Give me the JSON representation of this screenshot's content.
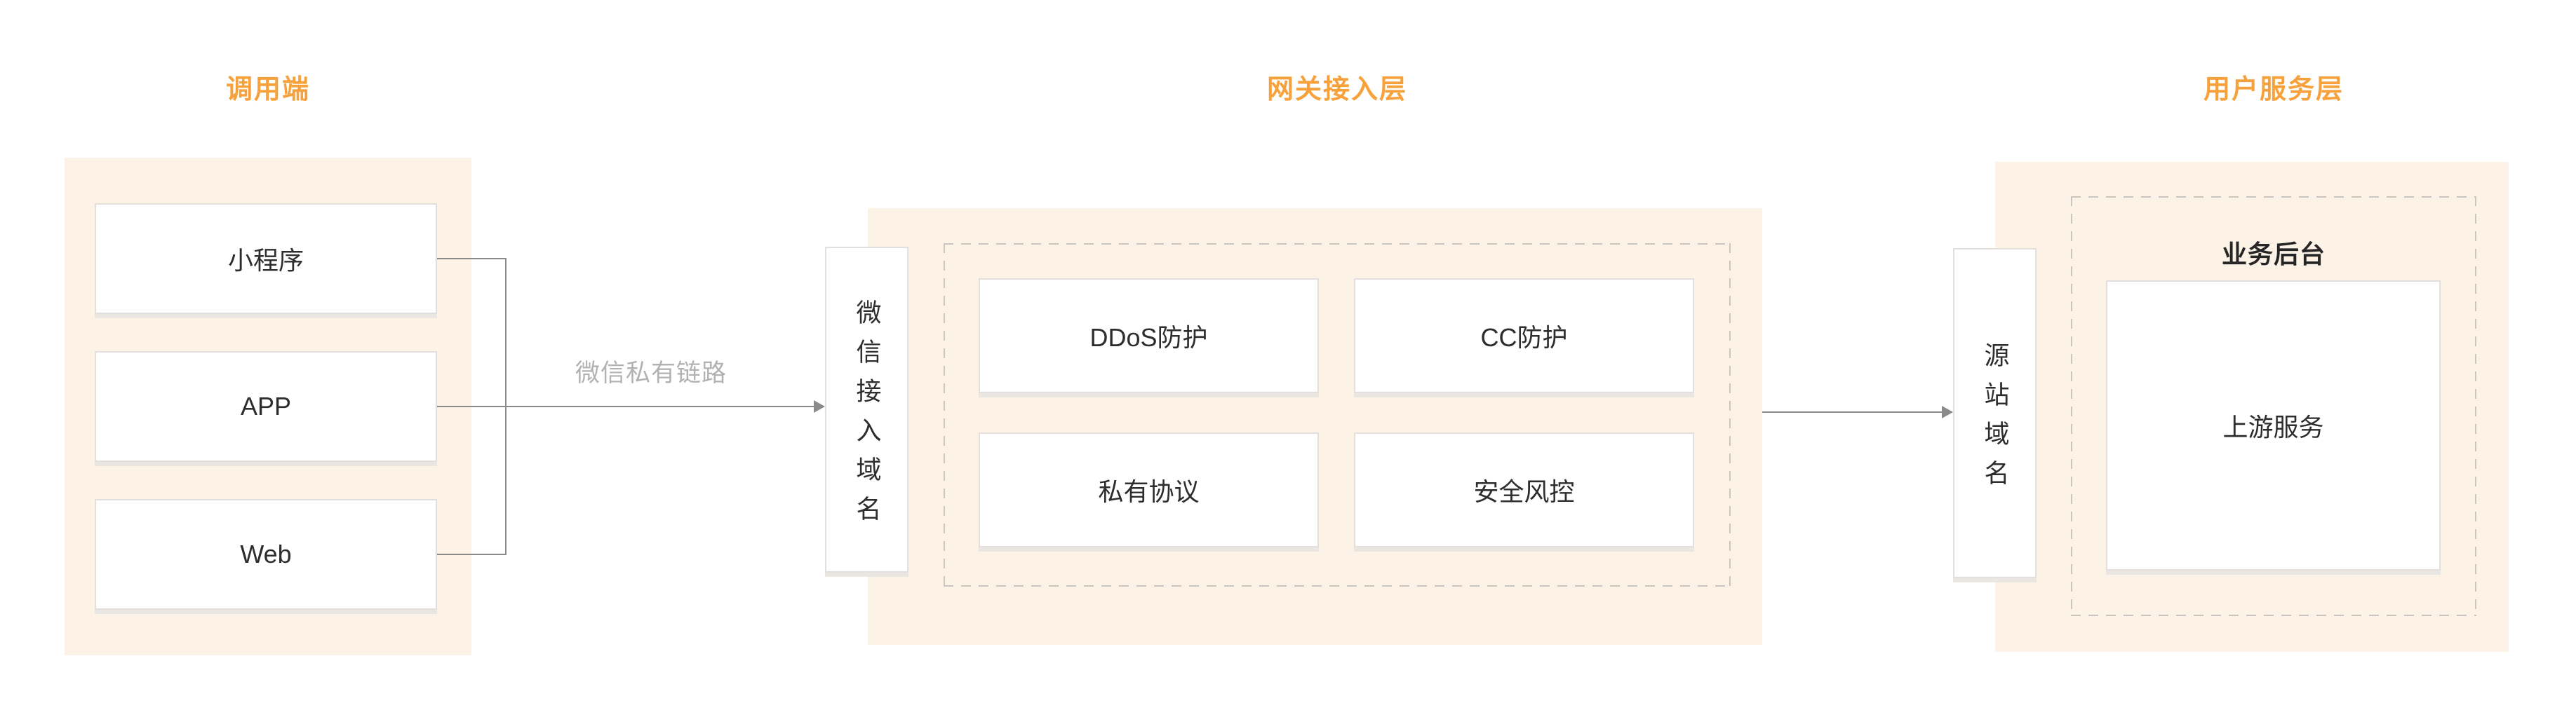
{
  "colors": {
    "accent_orange": "#F7A13C",
    "panel_bg": "#FCF2E6",
    "line_gray": "#8A8A8A",
    "muted_label_gray": "#B2B2B2",
    "box_border": "#E2DFDC",
    "dashed_border": "#C9C5C1",
    "text_dark": "#2D2D2D"
  },
  "sections": {
    "caller": {
      "label": "调用端",
      "boxes": [
        {
          "label": "小程序"
        },
        {
          "label": "APP"
        },
        {
          "label": "Web"
        }
      ]
    },
    "gateway": {
      "label": "网关接入层",
      "boxes": [
        {
          "label": "DDoS防护"
        },
        {
          "label": "CC防护"
        },
        {
          "label": "私有协议"
        },
        {
          "label": "安全风控"
        }
      ]
    },
    "user_service": {
      "label": "用户服务层",
      "backend_title": "业务后台",
      "box": {
        "label": "上游服务"
      }
    }
  },
  "nodes": {
    "wechat_access_domain": {
      "label": "微信接入域名"
    },
    "origin_domain": {
      "label": "源站域名"
    }
  },
  "connections": {
    "private_link": {
      "label": "微信私有链路"
    }
  }
}
